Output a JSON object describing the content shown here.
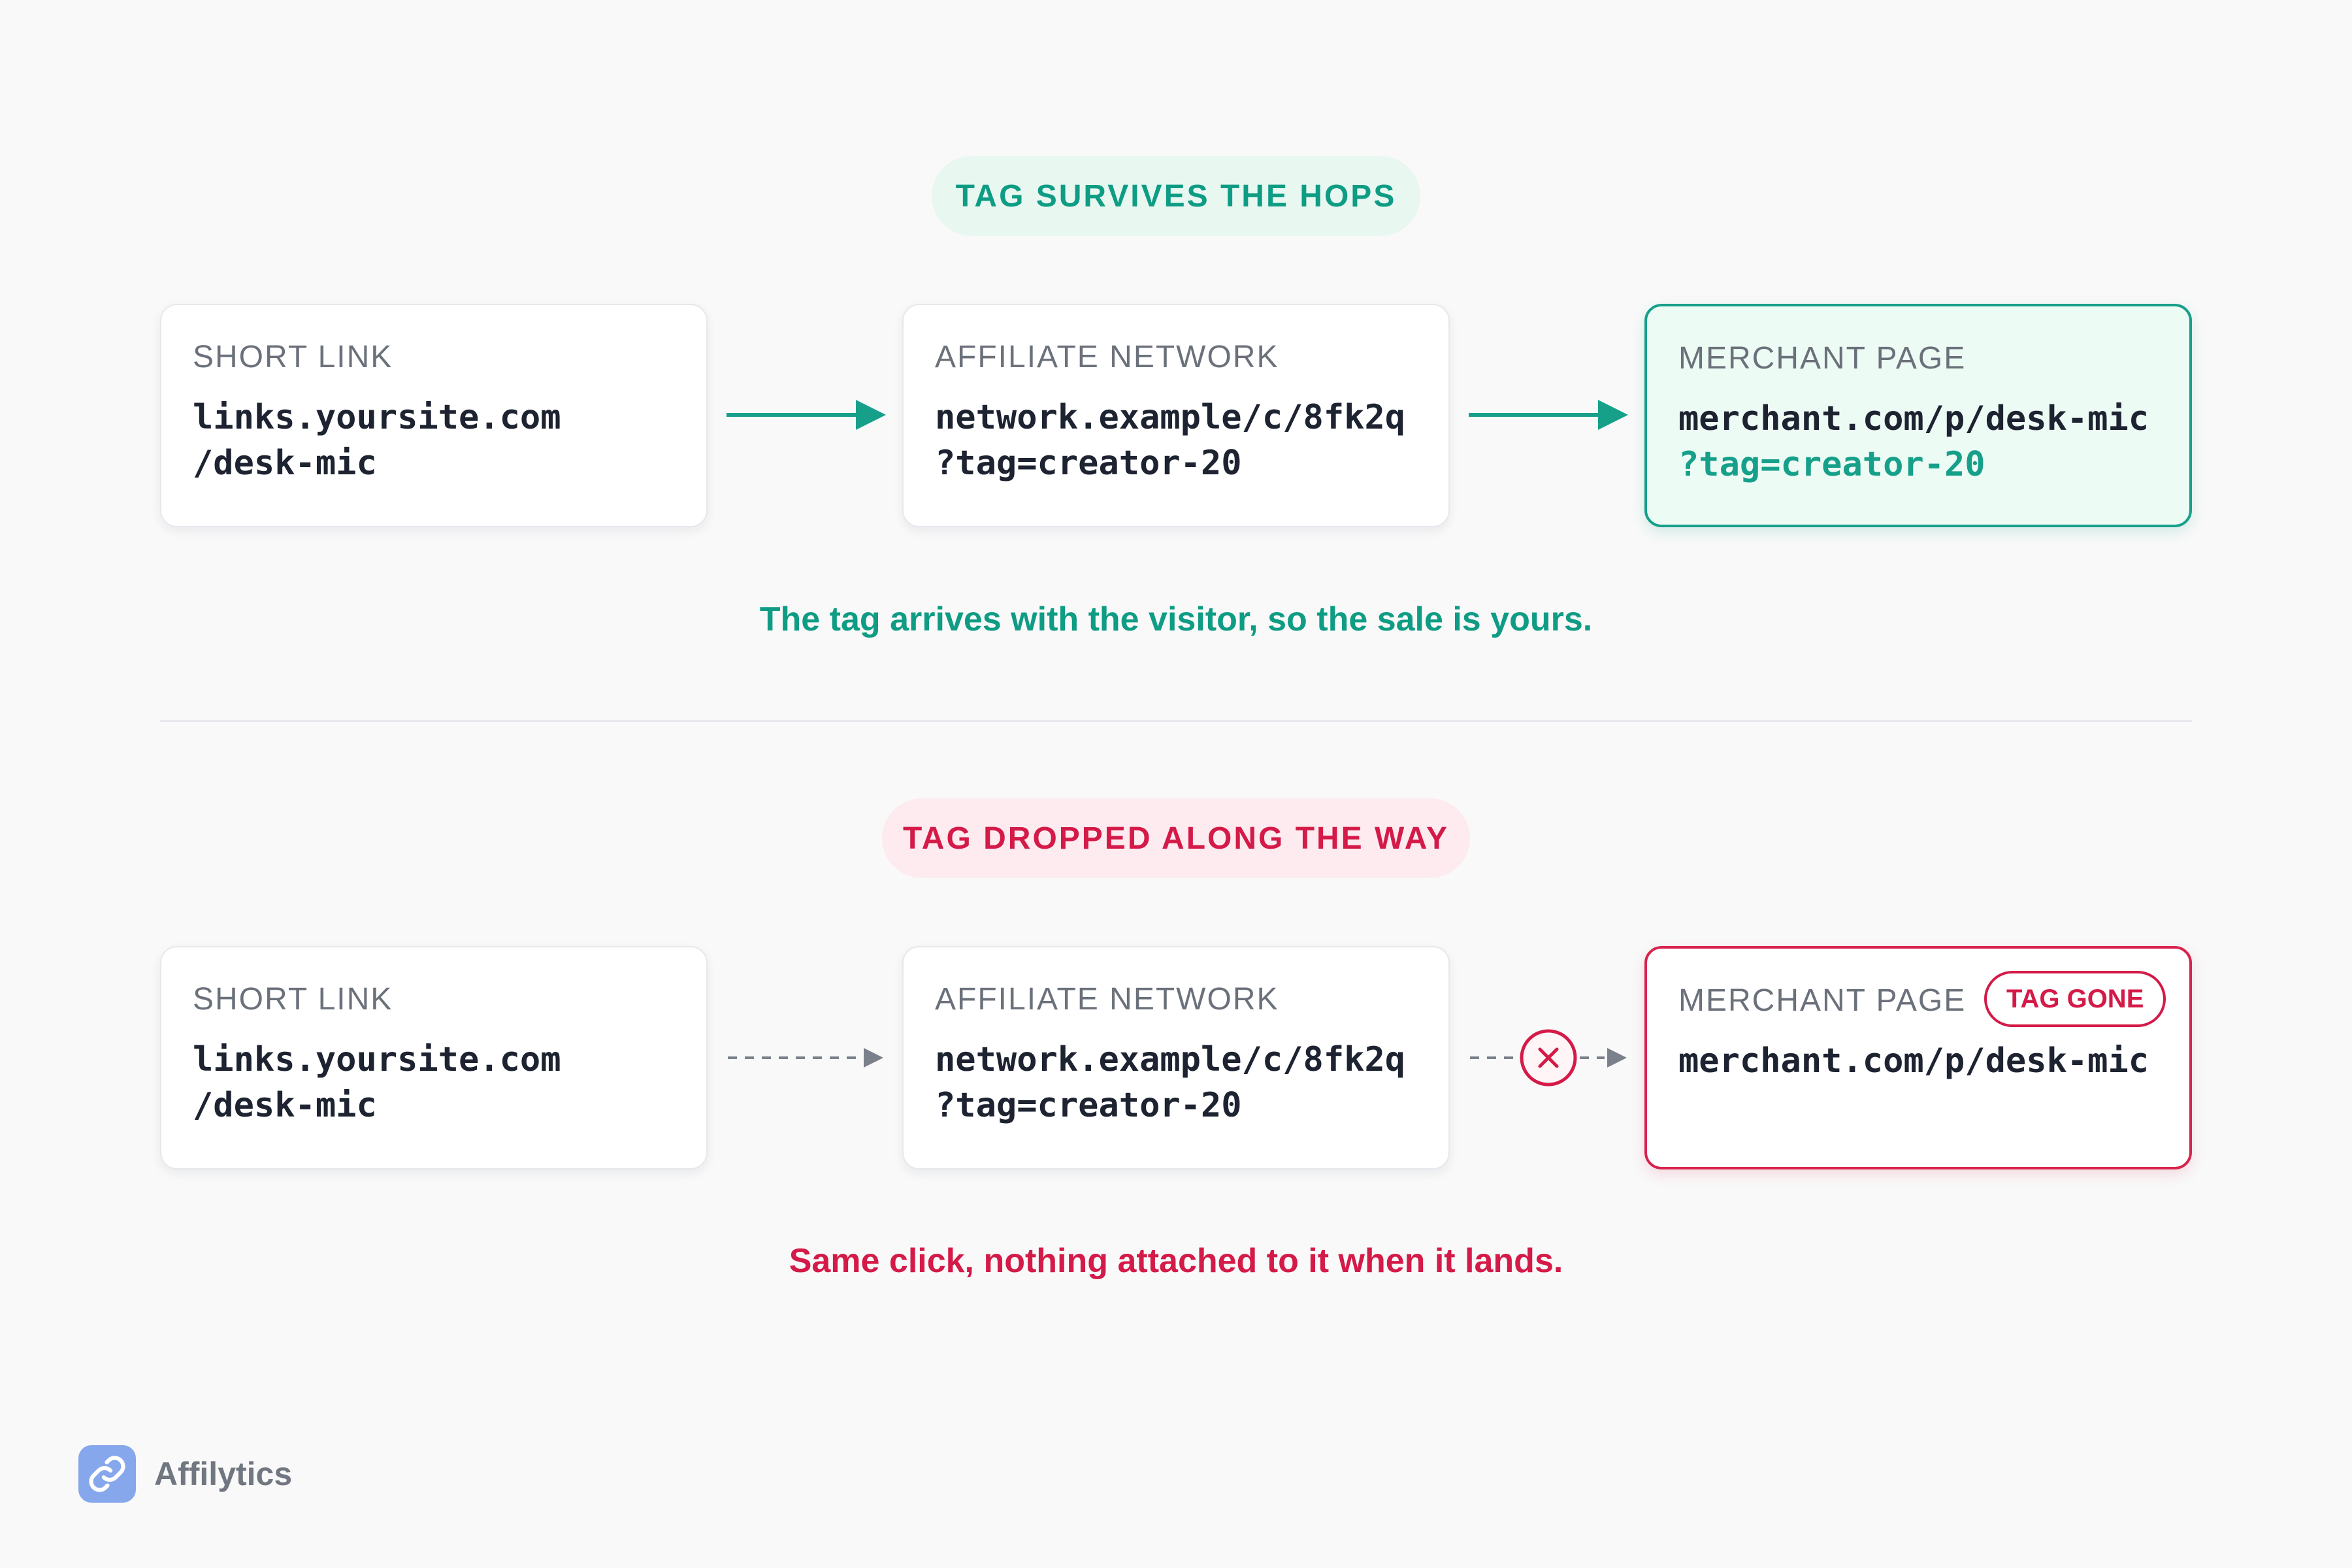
{
  "top_flow": {
    "badge": "TAG SURVIVES THE HOPS",
    "nodes": [
      {
        "title": "SHORT LINK",
        "line1": "links.yoursite.com",
        "line2": "/desk-mic"
      },
      {
        "title": "AFFILIATE NETWORK",
        "line1": "network.example/c/8fk2q",
        "line2": "?tag=creator-20"
      },
      {
        "title": "MERCHANT PAGE",
        "line1": "merchant.com/p/desk-mic",
        "line2": "?tag=creator-20"
      }
    ],
    "caption": "The tag arrives with the visitor, so the sale is yours."
  },
  "bottom_flow": {
    "badge": "TAG DROPPED ALONG THE WAY",
    "nodes": [
      {
        "title": "SHORT LINK",
        "line1": "links.yoursite.com",
        "line2": "/desk-mic"
      },
      {
        "title": "AFFILIATE NETWORK",
        "line1": "network.example/c/8fk2q",
        "line2": "?tag=creator-20"
      },
      {
        "title": "MERCHANT PAGE",
        "badge": "TAG GONE",
        "line1": "merchant.com/p/desk-mic"
      }
    ],
    "caption": "Same click, nothing attached to it when it lands."
  },
  "brand": {
    "name": "Affilytics",
    "icon": "link-icon"
  },
  "colors": {
    "success": "#16a08a",
    "error": "#d41a48",
    "muted": "#6b717b",
    "brand": "#86a7ec"
  }
}
